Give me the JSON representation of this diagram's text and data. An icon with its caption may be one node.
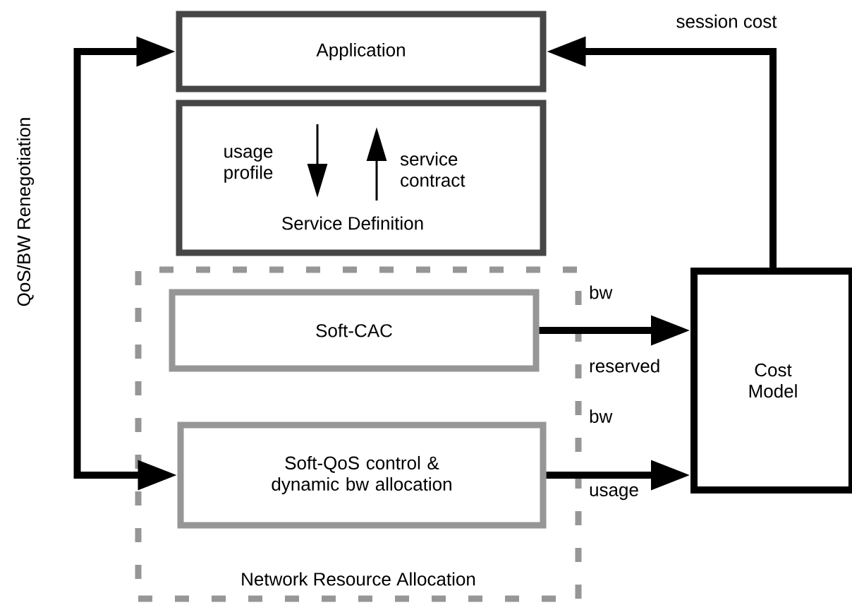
{
  "diagram": {
    "nodes": [
      {
        "text": [
          "Application"
        ]
      },
      {
        "text": [
          "usage profile",
          "service contract",
          "Service Definition"
        ]
      },
      {
        "text": [
          "Network Resource Allocation"
        ]
      },
      {
        "text": [
          "Soft-CAC"
        ],
        "in": 2
      },
      {
        "text": [
          "Soft-QoS control & dynamic bw allocation"
        ],
        "in": 2
      },
      {
        "text": [
          "Cost Model"
        ]
      }
    ],
    "edges": [
      {
        "from": 5,
        "to": 0,
        "arrow": "to",
        "label": "session cost"
      },
      {
        "from": 0,
        "to": 4,
        "arrow": "both",
        "label": "QoS/BW Renegotiation"
      },
      {
        "from": 3,
        "to": 5,
        "arrow": "to",
        "label": "bw reserved"
      },
      {
        "from": 4,
        "to": 5,
        "arrow": "to",
        "label": "bw usage"
      }
    ]
  }
}
